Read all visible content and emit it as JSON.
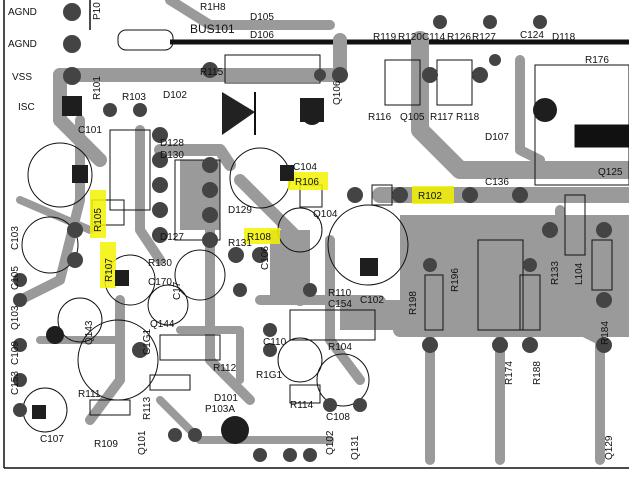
{
  "colors": {
    "trace": "#9a9a9a",
    "pad": "#444444",
    "pad_dark": "#1e1e1e",
    "highlight": "#f2f200",
    "outline": "#111111",
    "background": "#ffffff"
  },
  "highlighted_parts": [
    "R105",
    "R107",
    "R106",
    "R108",
    "R102"
  ],
  "labels": {
    "agnd1": "AGND",
    "agnd2": "AGND",
    "vss": "VSS",
    "isc": "ISC",
    "p10": "P10",
    "bus101": "BUS101",
    "r1h8": "R1H8",
    "d105": "D105",
    "d106": "D106",
    "r119": "R119",
    "r120": "R120",
    "c114": "C114",
    "r126": "R126",
    "r127": "R127",
    "c124": "C124",
    "d118": "D118",
    "r176": "R176",
    "r115": "R115",
    "r101": "R101",
    "r103": "R103",
    "d102": "D102",
    "q106": "Q106",
    "r116": "R116",
    "q105": "Q105",
    "r117": "R117",
    "r118": "R118",
    "d107": "D107",
    "c101": "C101",
    "d128": "D128",
    "d130": "D130",
    "c104": "C104",
    "r106": "R106",
    "q125": "Q125",
    "c136": "C136",
    "r102": "R102",
    "q104": "Q104",
    "d129": "D129",
    "c103": "C103",
    "r105": "R105",
    "r131": "R131",
    "r108": "R108",
    "d127": "D127",
    "c106": "C106",
    "c105": "C105",
    "r107": "R107",
    "r130": "R130",
    "r133": "R133",
    "l104": "L104",
    "q103": "Q103",
    "c170": "C170",
    "c17": "C17",
    "r110": "R110",
    "c154": "C154",
    "c102": "C102",
    "r198": "R198",
    "r196": "R196",
    "r184": "R184",
    "c109": "C109",
    "q143": "Q143",
    "q144": "Q144",
    "c1g1": "C1G1",
    "c110": "C110",
    "r104": "R104",
    "r174": "R174",
    "r188": "R188",
    "c153": "C153",
    "r112": "R112",
    "r1g1": "R1G1",
    "r111": "R111",
    "d101": "D101",
    "r113": "R113",
    "r114": "R114",
    "c108": "C108",
    "p103a": "P103A",
    "c107": "C107",
    "r109": "R109",
    "q101": "Q101",
    "q102": "Q102",
    "q131": "Q131",
    "q129": "Q129"
  }
}
